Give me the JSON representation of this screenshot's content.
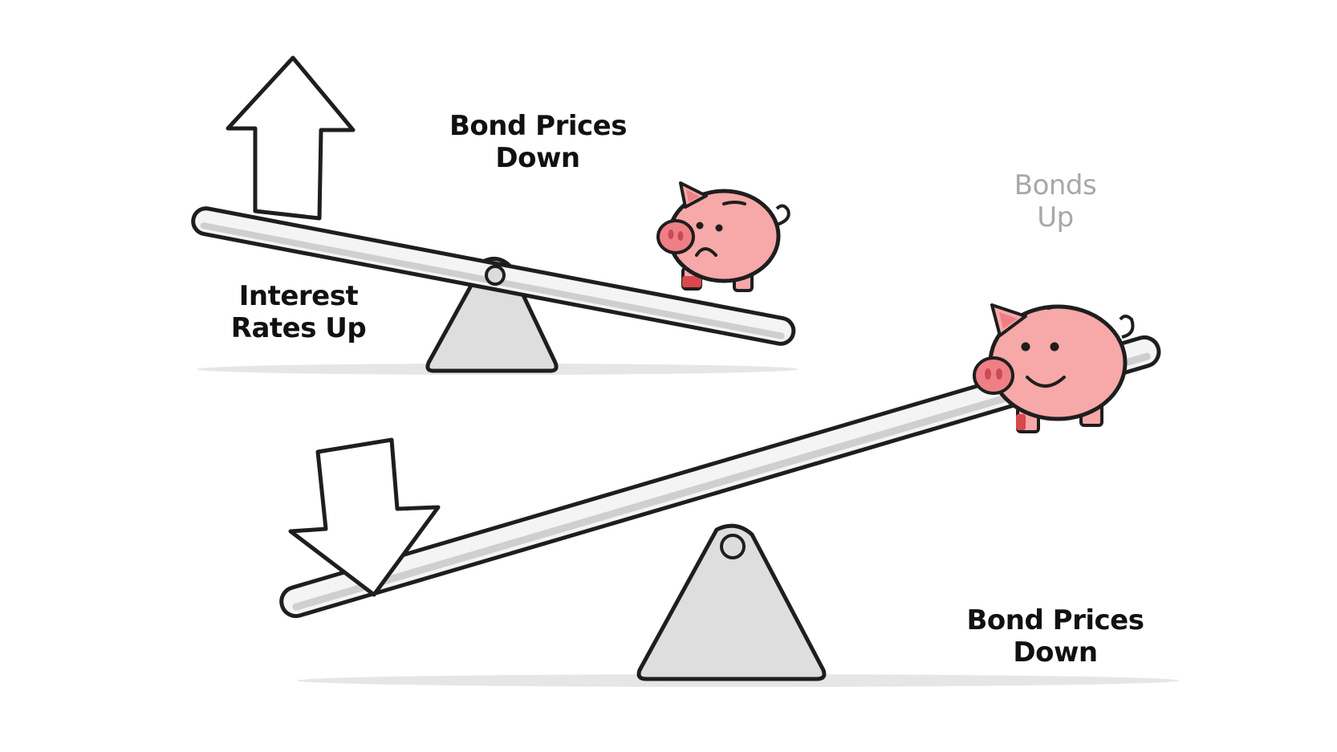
{
  "colors": {
    "background": "#ffffff",
    "outline": "#1e1e1e",
    "beam": "#f4f4f4",
    "fulcrum": "#dedede",
    "pig": "#f7a8a8",
    "pig_dark": "#ef7f85",
    "arrow": "#ffffff",
    "label_dark": "#111111",
    "label_faded": "#a8a8a8"
  },
  "top_seesaw": {
    "arrow": {
      "direction": "up",
      "icon": "up-arrow-icon"
    },
    "pig": {
      "mood": "sad",
      "icon": "sad-piggy-bank-icon"
    },
    "label_bond_prices": {
      "line1": "Bond Prices",
      "line2": "Down"
    },
    "label_interest_rates": {
      "line1": "Interest",
      "line2": "Rates Up"
    },
    "label_bonds": {
      "line1": "Bonds",
      "line2": "Up"
    }
  },
  "bottom_seesaw": {
    "arrow": {
      "direction": "down",
      "icon": "down-arrow-icon"
    },
    "pig": {
      "mood": "happy",
      "icon": "happy-piggy-bank-icon"
    },
    "label_bond_prices": {
      "line1": "Bond Prices",
      "line2": "Down"
    }
  }
}
